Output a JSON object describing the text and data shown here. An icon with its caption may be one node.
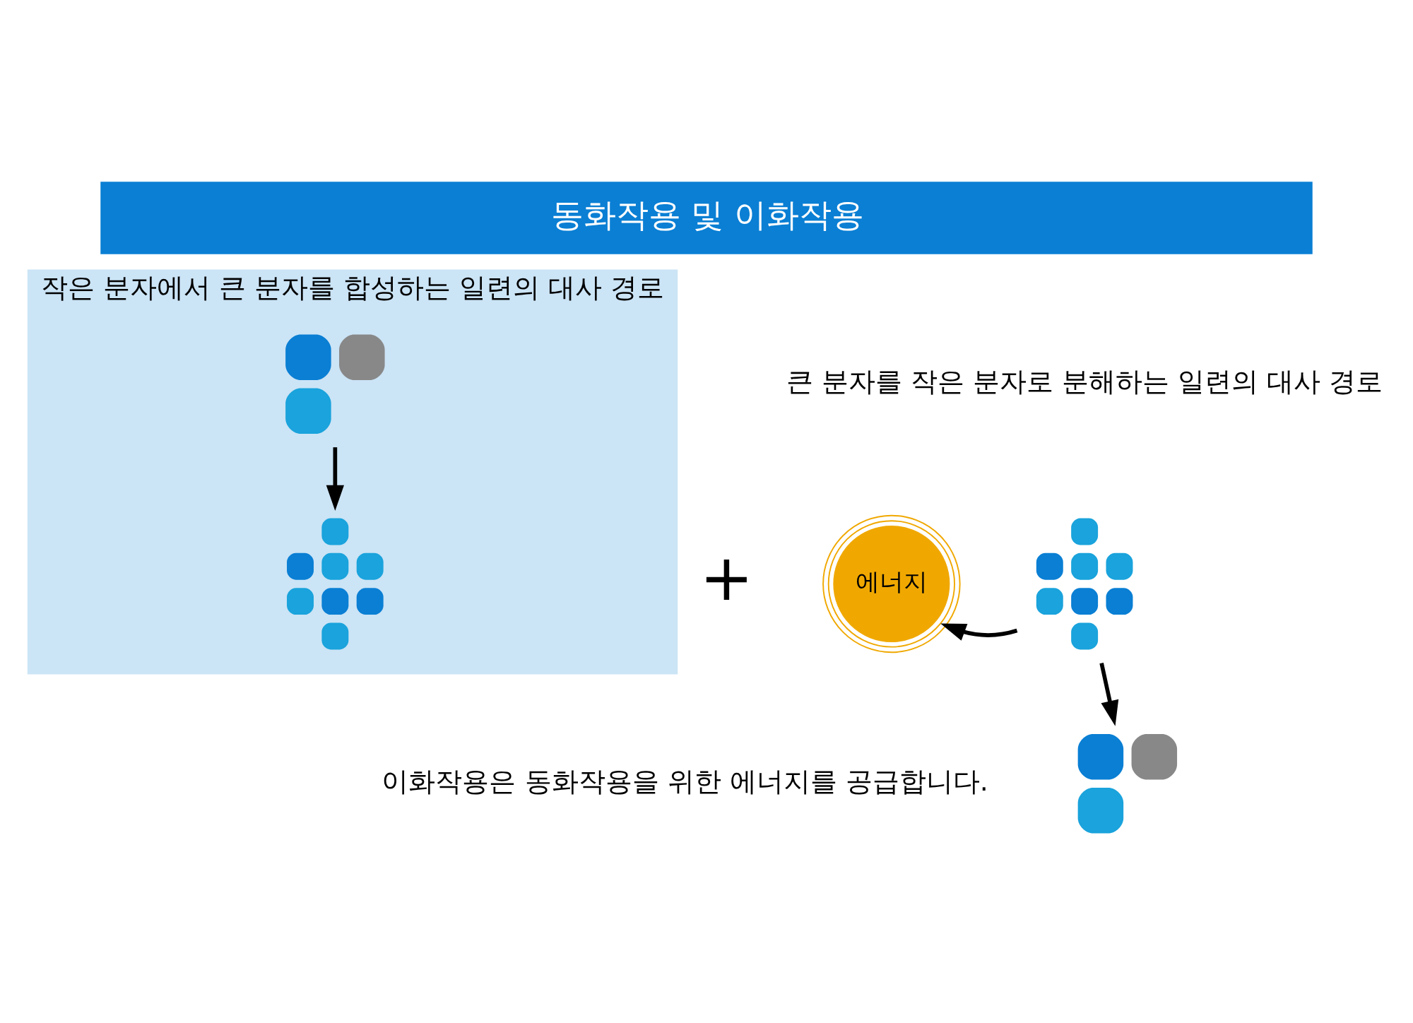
{
  "diagram": {
    "title": "동화작용 및 이화작용",
    "nodes": [
      {
        "text": [
          "작은 분자에서 큰 분자를 합성하는 일련의 대사 경로"
        ]
      },
      {
        "text": [],
        "shape": "picture",
        "in": 0
      },
      {
        "text": [],
        "shape": "picture",
        "in": 0
      },
      {
        "text": [
          "에너지"
        ]
      },
      {
        "text": [],
        "shape": "picture"
      },
      {
        "text": [],
        "shape": "picture"
      }
    ],
    "edges": [
      {
        "from": 1,
        "to": 2,
        "arrow": "to"
      },
      {
        "from": 4,
        "to": 3,
        "arrow": "to"
      },
      {
        "from": 4,
        "to": 5,
        "arrow": "to"
      }
    ],
    "labels": [
      "큰 분자를 작은 분자로 분해하는 일련의 대사 경로",
      "+",
      "이화작용은 동화작용을 위한 에너지를 공급합니다."
    ]
  }
}
